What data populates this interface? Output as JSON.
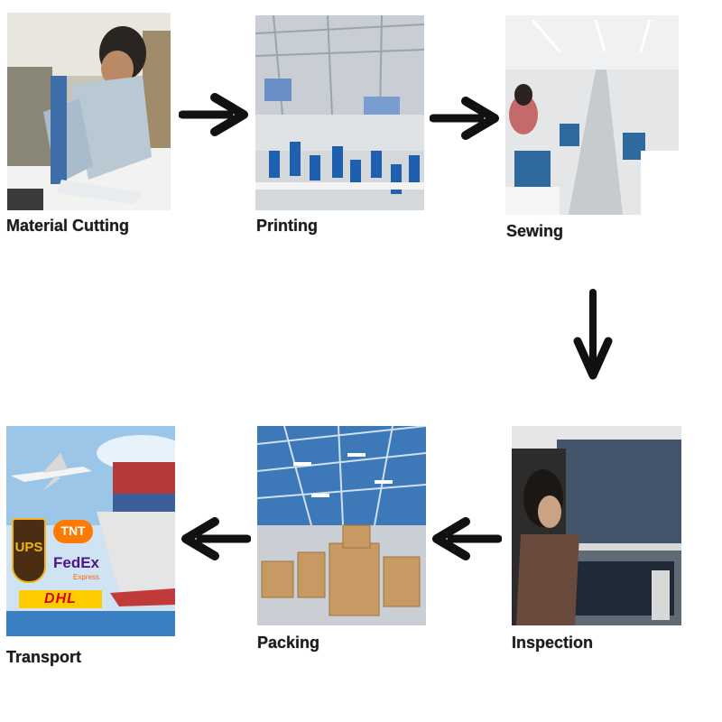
{
  "steps": [
    {
      "label": "Material Cutting",
      "image": "worker-cutting-fabric"
    },
    {
      "label": "Printing",
      "image": "factory-printing-floor"
    },
    {
      "label": "Sewing",
      "image": "sewing-workshop"
    },
    {
      "label": "Inspection",
      "image": "fabric-inspection"
    },
    {
      "label": "Packing",
      "image": "warehouse-boxes"
    },
    {
      "label": "Transport",
      "image": "shipping-transport"
    }
  ],
  "logos": {
    "ups": "UPS",
    "tnt": "TNT",
    "fedex": "FedEx",
    "fedex_sub": "Express",
    "dhl": "DHL"
  },
  "colors": {
    "background": "#ffffff",
    "arrow": "#111111",
    "label": "#1a1a1a"
  },
  "arrows": [
    "arrow-right",
    "arrow-right",
    "arrow-down",
    "arrow-left",
    "arrow-left"
  ]
}
